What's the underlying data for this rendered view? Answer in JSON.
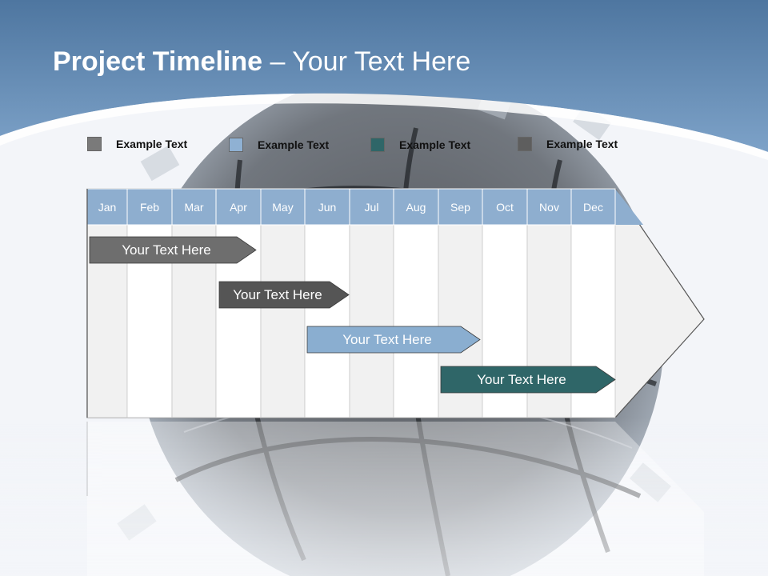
{
  "title": {
    "bold": "Project Timeline",
    "rest": " – Your Text Here"
  },
  "legend": [
    {
      "label": "Example Text",
      "color": "#7a7a7a"
    },
    {
      "label": "Example Text",
      "color": "#8fb1d3"
    },
    {
      "label": "Example Text",
      "color": "#2f6668"
    },
    {
      "label": "Example Text",
      "color": "#5e5e5e"
    }
  ],
  "months": [
    "Jan",
    "Feb",
    "Mar",
    "Apr",
    "May",
    "Jun",
    "Jul",
    "Aug",
    "Sep",
    "Oct",
    "Nov",
    "Dec"
  ],
  "tasks": [
    {
      "label": "Your  Text Here",
      "start": "Jan",
      "end": "Apr",
      "color": "#6e6e6e"
    },
    {
      "label": "Your  Text Here",
      "start": "Apr",
      "end": "Jun",
      "color": "#555555"
    },
    {
      "label": "Your  Text Here",
      "start": "Jun",
      "end": "Sep",
      "color": "#8aaed0"
    },
    {
      "label": "Your  Text Here",
      "start": "Sep",
      "end": "Dec",
      "color": "#2f6668"
    }
  ],
  "colors": {
    "header_blue": "#6b93bd",
    "month_header": "#8eaecf",
    "arrow_fill": "#f1f1f1",
    "accent_teal": "#2f6668"
  }
}
